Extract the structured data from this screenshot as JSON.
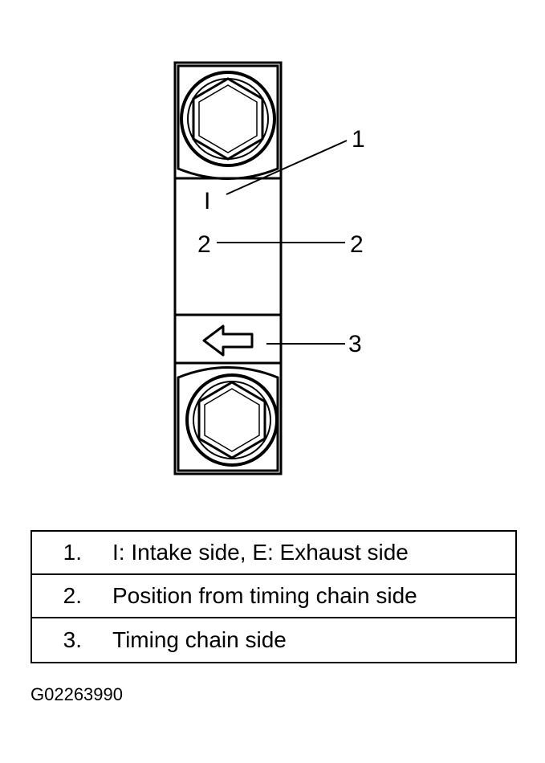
{
  "diagram": {
    "mark_on_cap": "I",
    "position_mark": "2",
    "callouts": [
      {
        "number": "1"
      },
      {
        "number": "2"
      },
      {
        "number": "3"
      }
    ]
  },
  "legend": {
    "rows": [
      {
        "number": "1.",
        "text": "I: Intake side, E: Exhaust side"
      },
      {
        "number": "2.",
        "text": "Position from timing chain side"
      },
      {
        "number": "3.",
        "text": "Timing chain side"
      }
    ]
  },
  "figure_code": "G02263990",
  "icons": {
    "bolt_top": "hex-bolt-icon",
    "bolt_bottom": "hex-bolt-icon",
    "direction_arrow": "arrow-left-icon"
  }
}
